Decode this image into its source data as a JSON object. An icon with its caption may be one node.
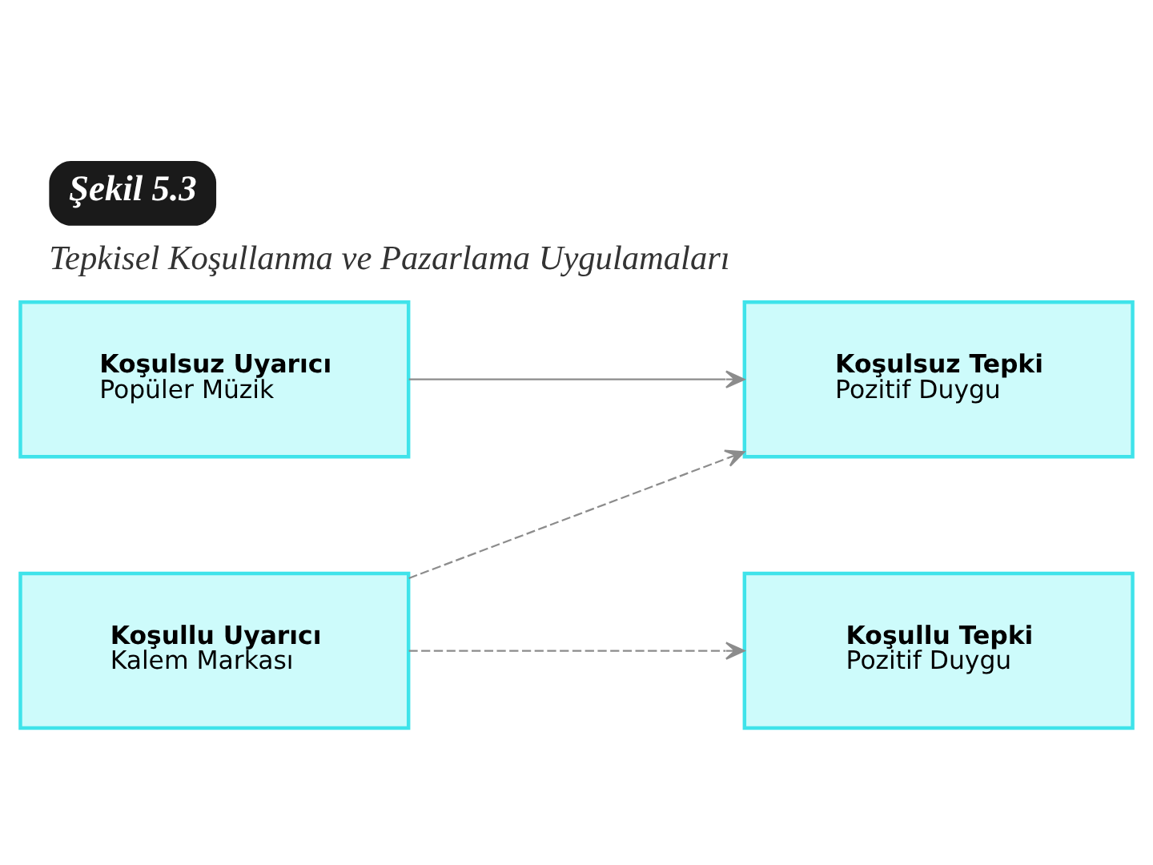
{
  "diagram": {
    "title": "Şekil 5.3",
    "caption": "Tepkisel Koşullanma ve Pazarlama Uygulamaları",
    "nodes": [
      {
        "text": [
          "Koşulsuz Uyarıcı",
          "Popüler Müzik"
        ]
      },
      {
        "text": [
          "Koşulsuz Tepki",
          "Pozitif Duygu"
        ]
      },
      {
        "text": [
          "Koşullu Uyarıcı",
          "Kalem Markası"
        ]
      },
      {
        "text": [
          "Koşullu Tepki",
          "Pozitif Duygu"
        ]
      }
    ],
    "edges": [
      {
        "from": 0,
        "to": 1,
        "arrow": "to"
      },
      {
        "from": 2,
        "to": 1,
        "arrow": "to",
        "style": "dashed"
      },
      {
        "from": 2,
        "to": 3,
        "arrow": "to",
        "style": "dashed"
      }
    ]
  }
}
